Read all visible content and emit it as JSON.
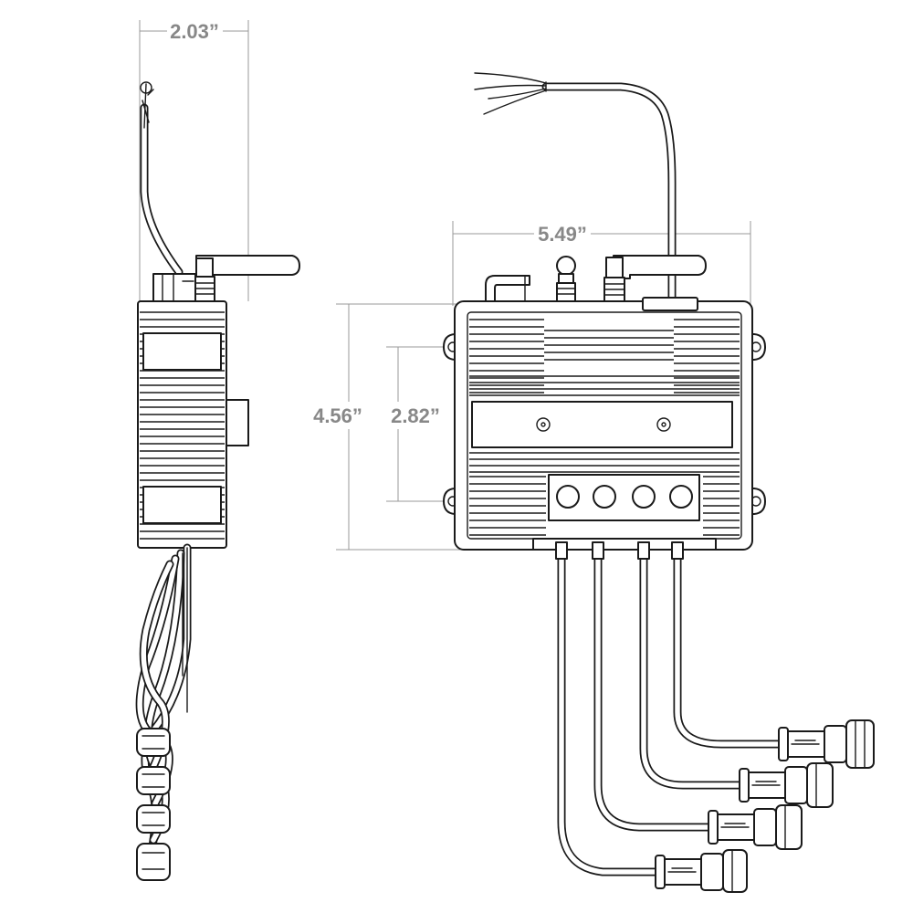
{
  "dimensions": {
    "side_width": "2.03”",
    "front_width": "5.49”",
    "height": "4.56”",
    "mount_spacing": "2.82”"
  },
  "colors": {
    "line": "#1a1a1a",
    "dimension_text": "#888888",
    "dimension_line": "#999999",
    "background": "#ffffff"
  }
}
